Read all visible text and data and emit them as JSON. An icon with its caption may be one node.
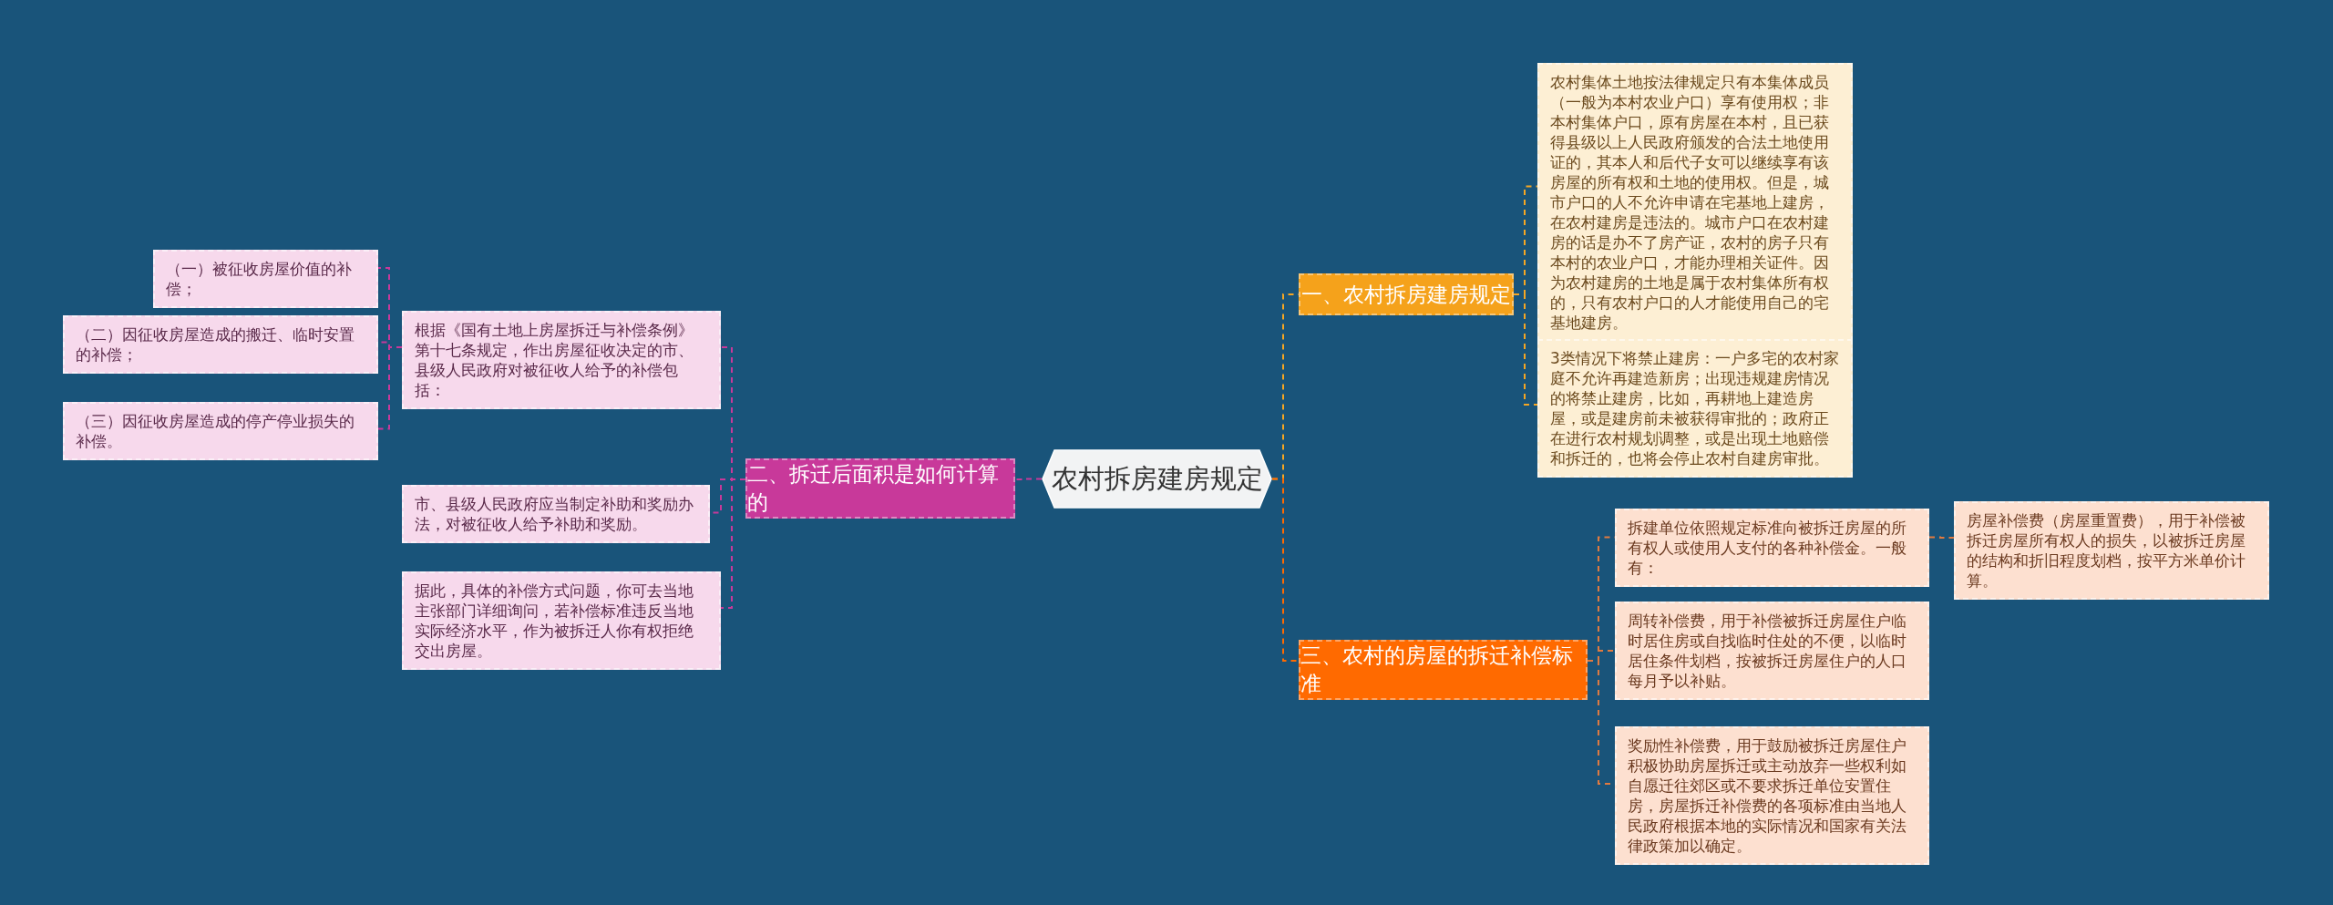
{
  "diagram": {
    "nodes": [
      {
        "text": [
          "农村拆房建房规定"
        ]
      },
      {
        "text": [
          "一、农村拆房建房规定"
        ]
      },
      {
        "text": [
          "农村集体土地按法律规定只有本集体成员（一般为本村农业户口）享有使用权；非本村集体户口，原有房屋在本村，且已获得县级以上人民政府颁发的合法土地使用证的，其本人和后代子女可以继续享有该房屋的所有权和土地的使用权。但是，城市户口的人不允许申请在宅基地上建房，在农村建房是违法的。城市户口在农村建房的话是办不了房产证，农村的房子只有本村的农业户口，才能办理相关证件。因为农村建房的土地是属于农村集体所有权的，只有农村户口的人才能使用自己的宅基地建房。"
        ]
      },
      {
        "text": [
          "3类情况下将禁止建房：一户多宅的农村家庭不允许再建造新房；出现违规建房情况的将禁止建房，比如，再耕地上建造房屋，或是建房前未被获得审批的；政府正在进行农村规划调整，或是出现土地赔偿和拆迁的，也将会停止农村自建房审批。"
        ]
      },
      {
        "text": [
          "二、拆迁后面积是如何计算的"
        ]
      },
      {
        "text": [
          "根据《国有土地上房屋拆迁与补偿条例》第十七条规定，作出房屋征收决定的市、县级人民政府对被征收人给予的补偿包括："
        ]
      },
      {
        "text": [
          "（一）被征收房屋价值的补偿；"
        ]
      },
      {
        "text": [
          "（二）因征收房屋造成的搬迁、临时安置的补偿；"
        ]
      },
      {
        "text": [
          "（三）因征收房屋造成的停产停业损失的补偿。"
        ]
      },
      {
        "text": [
          "市、县级人民政府应当制定补助和奖励办法，对被征收人给予补助和奖励。"
        ]
      },
      {
        "text": [
          "据此，具体的补偿方式问题，你可去当地主张部门详细询问，若补偿标准违反当地实际经济水平，作为被拆迁人你有权拒绝交出房屋。"
        ]
      },
      {
        "text": [
          "三、农村的房屋的拆迁补偿标准"
        ]
      },
      {
        "text": [
          "拆建单位依照规定标准向被拆迁房屋的所有权人或使用人支付的各种补偿金。一般有："
        ]
      },
      {
        "text": [
          "房屋补偿费（房屋重置费），用于补偿被拆迁房屋所有权人的损失，以被拆迁房屋的结构和折旧程度划档，按平方米单价计算。"
        ]
      },
      {
        "text": [
          "周转补偿费，用于补偿被拆迁房屋住户临时居住房或自找临时住处的不便，以临时居住条件划档，按被拆迁房屋住户的人口每月予以补贴。"
        ]
      },
      {
        "text": [
          "奖励性补偿费，用于鼓励被拆迁房屋住户积极协助房屋拆迁或主动放弃一些权利如自愿迁往郊区或不要求拆迁单位安置住房，房屋拆迁补偿费的各项标准由当地人民政府根据本地的实际情况和国家有关法律政策加以确定。"
        ]
      }
    ],
    "edges": [
      {
        "from": 0,
        "to": 1,
        "arrow": "none",
        "color": "#f5a623"
      },
      {
        "from": 1,
        "to": 2,
        "arrow": "none",
        "color": "#f5a623"
      },
      {
        "from": 1,
        "to": 3,
        "arrow": "none",
        "color": "#f5a623"
      },
      {
        "from": 0,
        "to": 4,
        "arrow": "none",
        "color": "#c8399a"
      },
      {
        "from": 4,
        "to": 5,
        "arrow": "none",
        "color": "#c8399a"
      },
      {
        "from": 5,
        "to": 6,
        "arrow": "none",
        "color": "#c8399a"
      },
      {
        "from": 5,
        "to": 7,
        "arrow": "none",
        "color": "#c8399a"
      },
      {
        "from": 5,
        "to": 8,
        "arrow": "none",
        "color": "#c8399a"
      },
      {
        "from": 4,
        "to": 9,
        "arrow": "none",
        "color": "#c8399a"
      },
      {
        "from": 4,
        "to": 10,
        "arrow": "none",
        "color": "#c8399a"
      },
      {
        "from": 0,
        "to": 11,
        "arrow": "none",
        "color": "#ff6a00"
      },
      {
        "from": 11,
        "to": 12,
        "arrow": "none",
        "color": "#e07a40"
      },
      {
        "from": 12,
        "to": 13,
        "arrow": "none",
        "color": "#e07a40"
      },
      {
        "from": 11,
        "to": 14,
        "arrow": "none",
        "color": "#e07a40"
      },
      {
        "from": 11,
        "to": 15,
        "arrow": "none",
        "color": "#e07a40"
      }
    ]
  }
}
